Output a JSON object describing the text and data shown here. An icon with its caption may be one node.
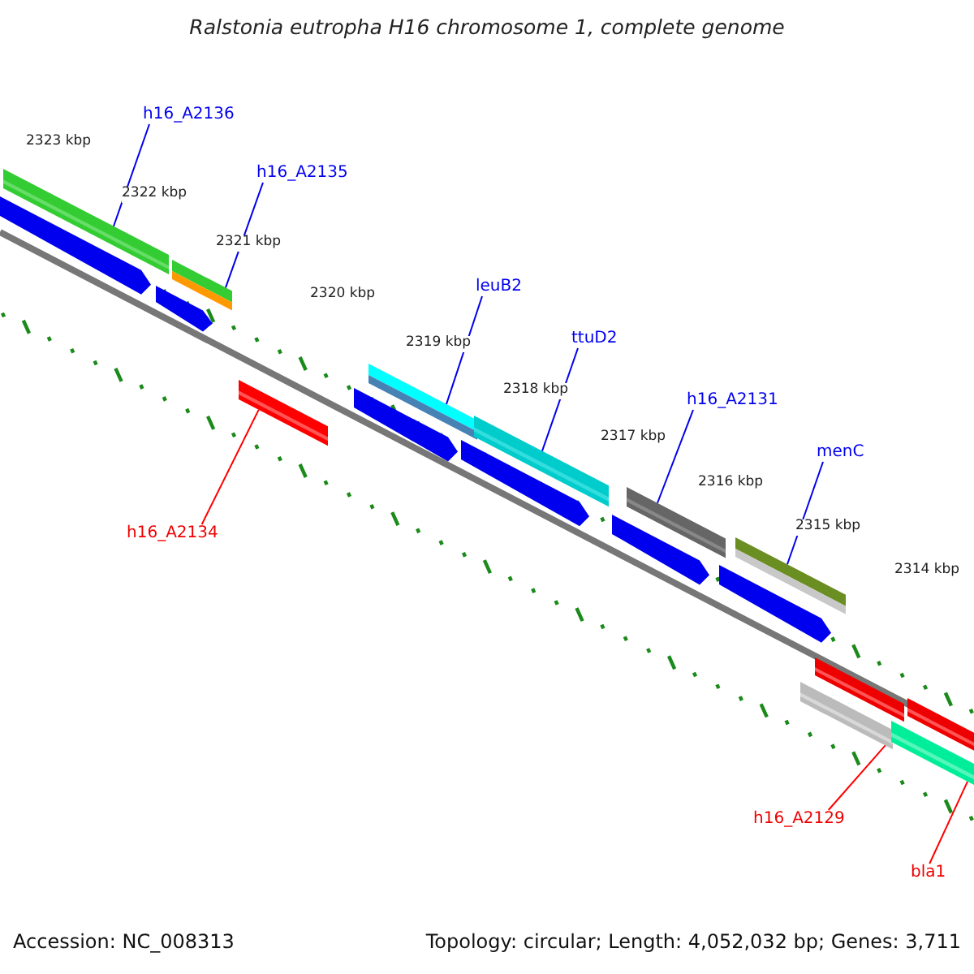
{
  "diagram": {
    "title": "Ralstonia eutropha H16 chromosome 1, complete genome",
    "nodes": [
      {
        "text": [
          "h16_A2136"
        ]
      },
      {
        "text": [
          "h16_A2135"
        ]
      },
      {
        "text": [
          "leuB2"
        ]
      },
      {
        "text": [
          "ttuD2"
        ]
      },
      {
        "text": [
          "h16_A2131"
        ]
      },
      {
        "text": [
          "menC"
        ]
      },
      {
        "text": [
          "h16_A2134"
        ]
      },
      {
        "text": [
          "h16_A2129"
        ]
      },
      {
        "text": [
          "bla1"
        ]
      },
      {
        "text": [],
        "shape": "arrow"
      },
      {
        "text": [],
        "shape": "bar"
      },
      {
        "text": [],
        "shape": "arrow"
      },
      {
        "text": [],
        "shape": "bar"
      },
      {
        "text": [],
        "shape": "bar"
      },
      {
        "text": [],
        "shape": "arrow"
      },
      {
        "text": [],
        "shape": "bar"
      },
      {
        "text": [],
        "shape": "arrow"
      },
      {
        "text": [],
        "shape": "bar"
      },
      {
        "text": [],
        "shape": "arrow"
      },
      {
        "text": [],
        "shape": "bar"
      },
      {
        "text": [],
        "shape": "arrow"
      },
      {
        "text": [],
        "shape": "bar"
      },
      {
        "text": [],
        "shape": "bar"
      },
      {
        "text": [],
        "shape": "bar"
      },
      {
        "text": [],
        "shape": "bar"
      },
      {
        "text": [],
        "shape": "bar"
      }
    ],
    "edges": [
      {
        "from": 0,
        "to": 10,
        "arrow": "none"
      },
      {
        "from": 1,
        "to": 12,
        "arrow": "none"
      },
      {
        "from": 2,
        "to": 15,
        "arrow": "none"
      },
      {
        "from": 3,
        "to": 17,
        "arrow": "none"
      },
      {
        "from": 4,
        "to": 19,
        "arrow": "none"
      },
      {
        "from": 5,
        "to": 21,
        "arrow": "none"
      },
      {
        "from": 6,
        "to": 13,
        "arrow": "none",
        "color": "#ff0000"
      },
      {
        "from": 7,
        "to": 22,
        "arrow": "none",
        "color": "#ff0000"
      },
      {
        "from": 8,
        "to": 24,
        "arrow": "none",
        "color": "#ff0000"
      }
    ],
    "labels": [
      "2323 kbp",
      "2322 kbp",
      "2321 kbp",
      "2320 kbp",
      "2319 kbp",
      "2318 kbp",
      "2317 kbp",
      "2316 kbp",
      "2315 kbp",
      "2314 kbp",
      "Accession: NC_008313",
      "Topology: circular; Length: 4,052,032 bp; Genes: 3,711"
    ]
  }
}
